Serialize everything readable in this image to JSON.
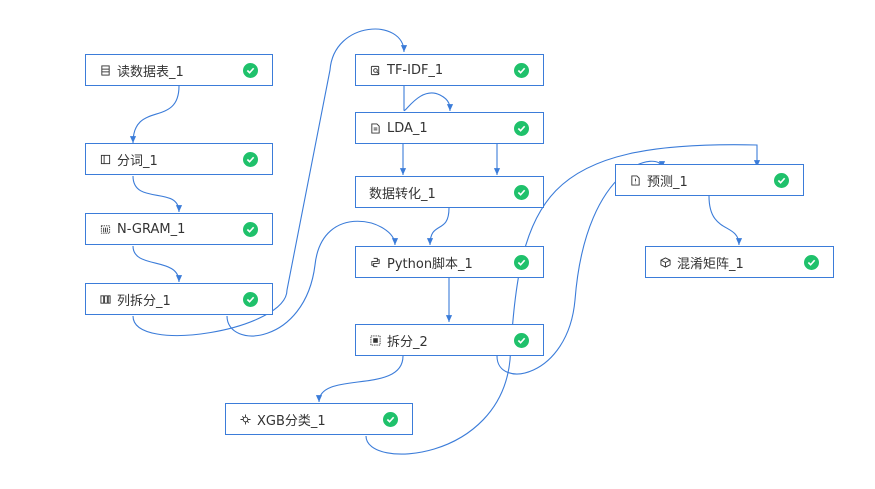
{
  "theme": {
    "edge_color": "#3b7cd9",
    "node_border": "#3b7cd9",
    "status_color": "#1fc16b"
  },
  "nodes": {
    "read_table": {
      "label": "读数据表_1",
      "icon": "table-icon",
      "status": "success"
    },
    "segment": {
      "label": "分词_1",
      "icon": "book-icon",
      "status": "success"
    },
    "ngram": {
      "label": "N-GRAM_1",
      "icon": "ngram-icon",
      "status": "success"
    },
    "col_split": {
      "label": "列拆分_1",
      "icon": "columns-icon",
      "status": "success"
    },
    "tfidf": {
      "label": "TF-IDF_1",
      "icon": "search-doc-icon",
      "status": "success"
    },
    "lda": {
      "label": "LDA_1",
      "icon": "document-icon",
      "status": "success"
    },
    "convert": {
      "label": "数据转化_1",
      "icon": "",
      "status": "success"
    },
    "python": {
      "label": "Python脚本_1",
      "icon": "python-icon",
      "status": "success"
    },
    "split2": {
      "label": "拆分_2",
      "icon": "split-icon",
      "status": "success"
    },
    "xgb": {
      "label": "XGB分类_1",
      "icon": "classifier-icon",
      "status": "success"
    },
    "predict": {
      "label": "预测_1",
      "icon": "predict-icon",
      "status": "success"
    },
    "confusion": {
      "label": "混淆矩阵_1",
      "icon": "cube-icon",
      "status": "success"
    }
  },
  "edges": [
    [
      "read_table",
      "segment"
    ],
    [
      "segment",
      "ngram"
    ],
    [
      "ngram",
      "col_split"
    ],
    [
      "col_split",
      "tfidf"
    ],
    [
      "col_split",
      "python"
    ],
    [
      "tfidf",
      "lda"
    ],
    [
      "tfidf",
      "lda"
    ],
    [
      "lda",
      "convert"
    ],
    [
      "lda",
      "convert"
    ],
    [
      "convert",
      "python"
    ],
    [
      "python",
      "split2"
    ],
    [
      "split2",
      "xgb"
    ],
    [
      "split2",
      "predict"
    ],
    [
      "xgb",
      "predict"
    ],
    [
      "predict",
      "confusion"
    ]
  ]
}
